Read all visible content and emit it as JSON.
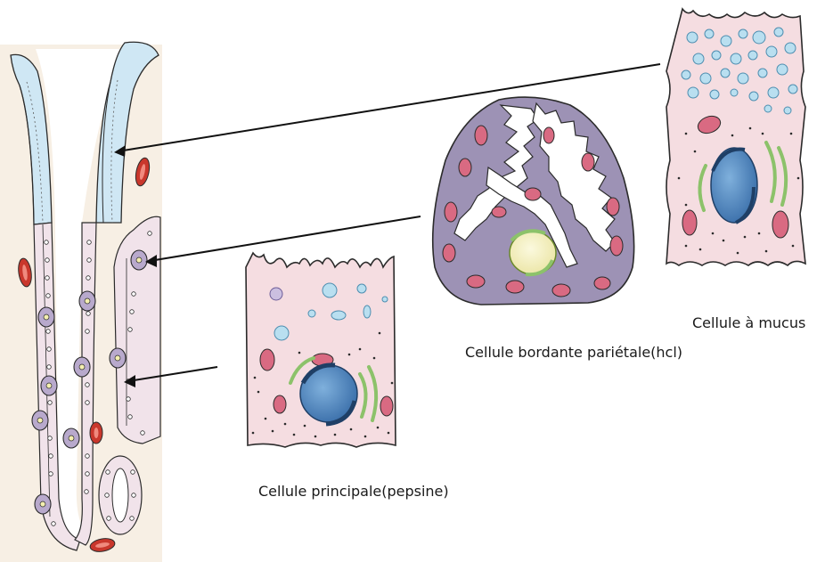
{
  "labels": {
    "mucus": "Cellule à mucus",
    "parietal": "Cellule bordante pariétale(hcl)",
    "principal": "Cellule principale(pepsine)"
  },
  "colors": {
    "tissue": "#f7efe4",
    "cell_membrane": "#f5dde1",
    "outline": "#2b2b2b",
    "mucus_granule": "#b9dff0",
    "parietal_cytoplasm": "#9d92b5",
    "nucleus_blue": "#4a7fb8",
    "nucleus_yellow": "#f4f1c8",
    "mitochondria": "#d96a82",
    "er_green": "#8cc26a",
    "blood_cell": "#c9372c"
  }
}
